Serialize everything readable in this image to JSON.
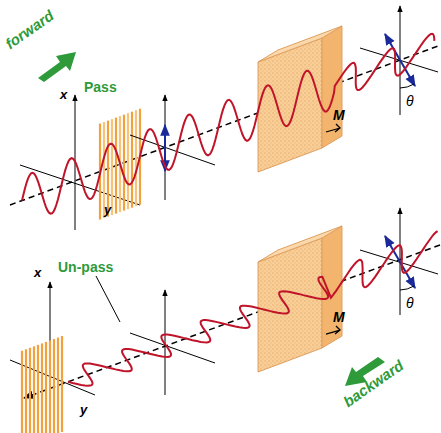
{
  "diagram": {
    "labels": [
      "forward",
      "x",
      "Pass",
      "y",
      "M",
      "θ",
      "x",
      "Un-pass",
      "y",
      "M",
      "θ",
      "backward"
    ]
  }
}
